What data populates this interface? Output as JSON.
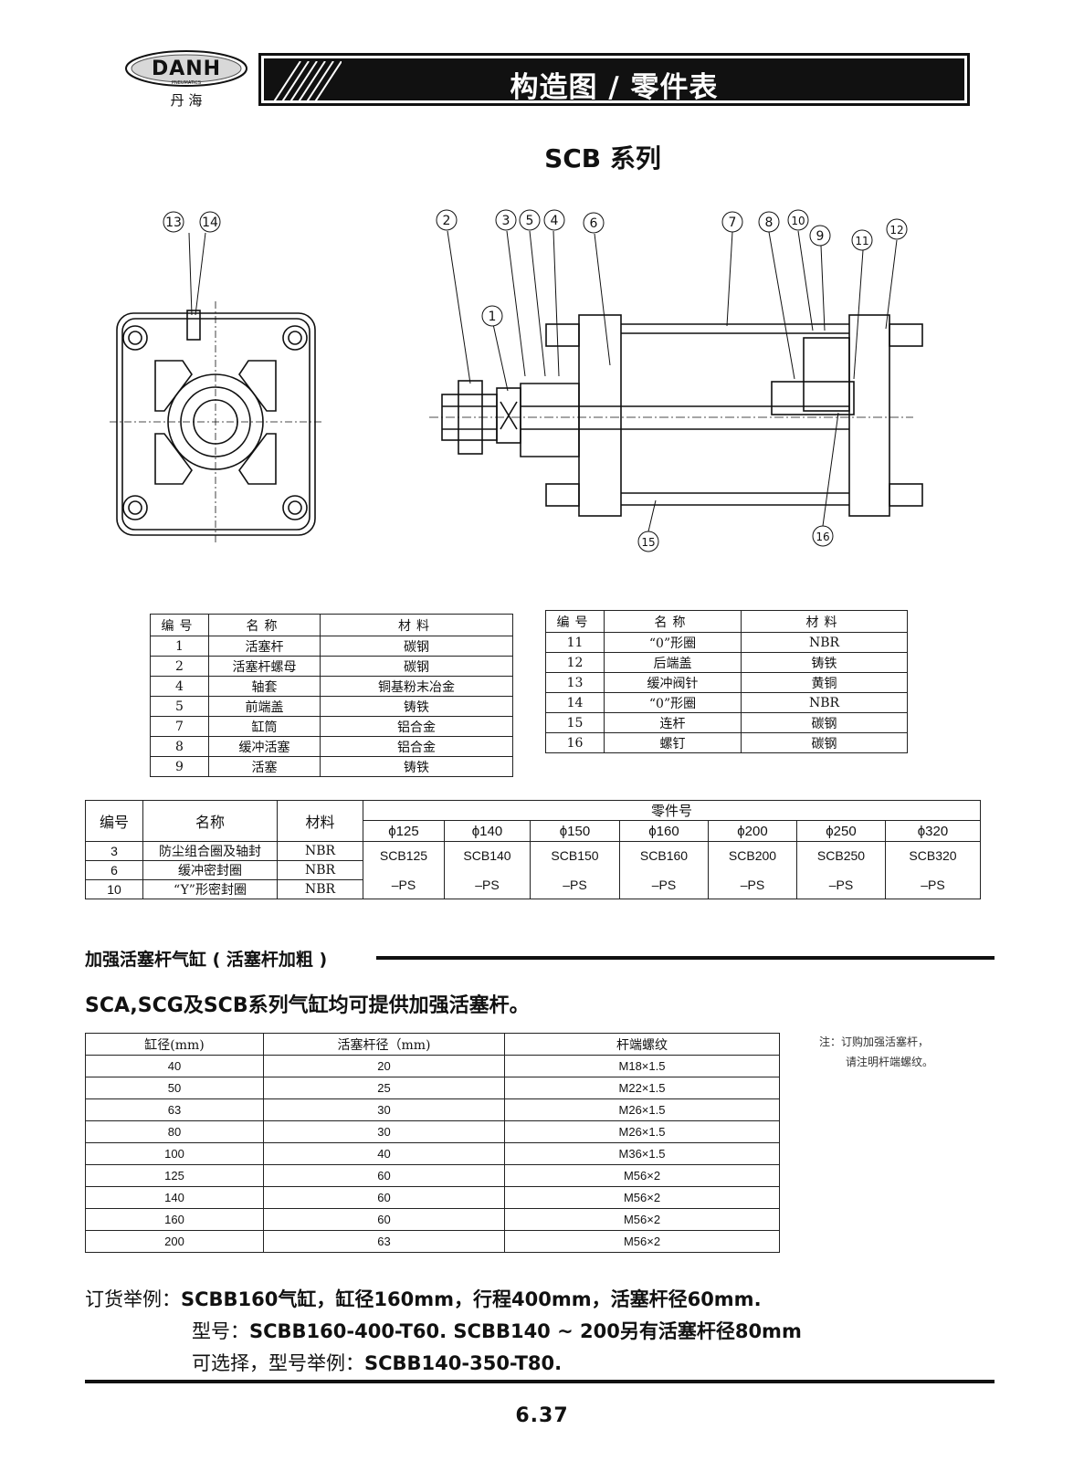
{
  "brand": {
    "logo_text": "DANH",
    "logo_sub": "PNEUMATICS",
    "logo_cn": "丹 海"
  },
  "header": {
    "title": "构造图 / 零件表"
  },
  "series_title": "SCB 系列",
  "callouts": [
    "1",
    "2",
    "3",
    "4",
    "5",
    "6",
    "7",
    "8",
    "9",
    "10",
    "11",
    "12",
    "13",
    "14",
    "15",
    "16"
  ],
  "parts_headers": [
    "编号",
    "名称",
    "材料"
  ],
  "parts_left": [
    {
      "no": "1",
      "name": "活塞杆",
      "material": "碳钢"
    },
    {
      "no": "2",
      "name": "活塞杆螺母",
      "material": "碳钢"
    },
    {
      "no": "4",
      "name": "轴套",
      "material": "铜基粉末冶金"
    },
    {
      "no": "5",
      "name": "前端盖",
      "material": "铸铁"
    },
    {
      "no": "7",
      "name": "缸筒",
      "material": "铝合金"
    },
    {
      "no": "8",
      "name": "缓冲活塞",
      "material": "铝合金"
    },
    {
      "no": "9",
      "name": "活塞",
      "material": "铸铁"
    }
  ],
  "parts_right": [
    {
      "no": "11",
      "name": "“0”形圈",
      "material": "NBR"
    },
    {
      "no": "12",
      "name": "后端盖",
      "material": "铸铁"
    },
    {
      "no": "13",
      "name": "缓冲阀针",
      "material": "黄铜"
    },
    {
      "no": "14",
      "name": "“0”形圈",
      "material": "NBR"
    },
    {
      "no": "15",
      "name": "连杆",
      "material": "碳钢"
    },
    {
      "no": "16",
      "name": "螺钉",
      "material": "碳钢"
    }
  ],
  "seal_kit": {
    "headers": {
      "no": "编号",
      "name": "名称",
      "material": "材料",
      "part_no": "零件号"
    },
    "bores": [
      "ϕ125",
      "ϕ140",
      "ϕ150",
      "ϕ160",
      "ϕ200",
      "ϕ250",
      "ϕ320"
    ],
    "rows": [
      {
        "no": "3",
        "name": "防尘组合圈及轴封",
        "material": "NBR"
      },
      {
        "no": "6",
        "name": "缓冲密封圈",
        "material": "NBR"
      },
      {
        "no": "10",
        "name": "“Y”形密封圈",
        "material": "NBR"
      }
    ],
    "codes": [
      "SCB125",
      "SCB140",
      "SCB150",
      "SCB160",
      "SCB200",
      "SCB250",
      "SCB320"
    ],
    "suffix": "–PS"
  },
  "section": {
    "heading": "加强活塞杆气缸 ( 活塞杆加粗 )",
    "subheading": "SCA,SCG及SCB系列气缸均可提供加强活塞杆。"
  },
  "rod_table": {
    "headers": [
      "缸径(mm)",
      "活塞杆径（mm)",
      "杆端螺纹"
    ],
    "rows": [
      [
        "40",
        "20",
        "M18×1.5"
      ],
      [
        "50",
        "25",
        "M22×1.5"
      ],
      [
        "63",
        "30",
        "M26×1.5"
      ],
      [
        "80",
        "30",
        "M26×1.5"
      ],
      [
        "100",
        "40",
        "M36×1.5"
      ],
      [
        "125",
        "60",
        "M56×2"
      ],
      [
        "140",
        "60",
        "M56×2"
      ],
      [
        "160",
        "60",
        "M56×2"
      ],
      [
        "200",
        "63",
        "M56×2"
      ]
    ]
  },
  "note": {
    "line1": "注：订购加强活塞杆，",
    "line2": "请注明杆端螺纹。"
  },
  "order_example": {
    "label": "订货举例：",
    "line1": "SCBB160气缸，缸径160mm，行程400mm，活塞杆径60mm.",
    "label2": "型号：",
    "line2": "SCBB160-400-T60. SCBB140 ~ 200另有活塞杆径80mm",
    "label3": "可选择，型号举例：",
    "line3": "SCBB140-350-T80."
  },
  "page_number": "6.37"
}
